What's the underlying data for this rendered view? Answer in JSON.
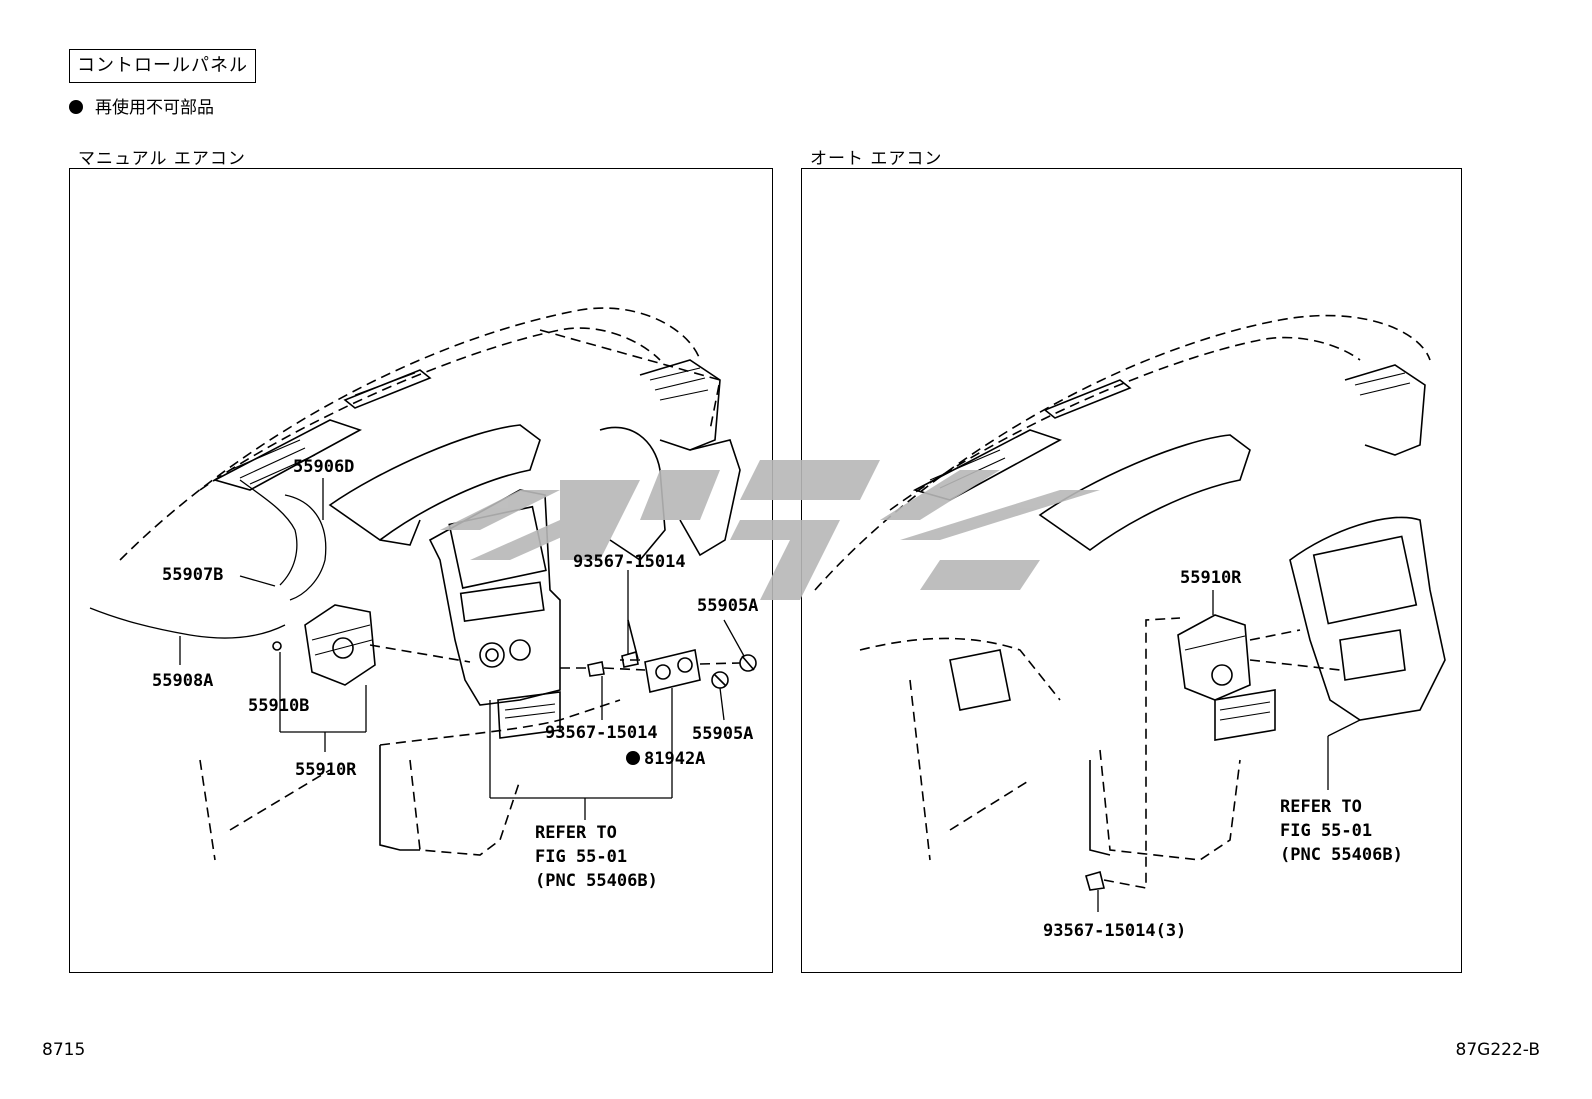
{
  "header": {
    "title": "コントロールパネル",
    "legend_text": "再使用不可部品"
  },
  "sections": {
    "manual": {
      "label": "マニュアル エアコン"
    },
    "auto": {
      "label": "オート エアコン"
    }
  },
  "parts_manual": {
    "p55906D": "55906D",
    "p55907B": "55907B",
    "p55908A": "55908A",
    "p55910B": "55910B",
    "p55910R": "55910R",
    "p93567_top": "93567-15014",
    "p93567_bottom": "93567-15014",
    "p55905A_top": "55905A",
    "p55905A_bottom": "55905A",
    "p81942A": "81942A",
    "refer_line1": "REFER TO",
    "refer_line2": "FIG 55-01",
    "refer_line3": "(PNC 55406B)"
  },
  "parts_auto": {
    "p55910R": "55910R",
    "p93567": "93567-15014(3)",
    "refer_line1": "REFER TO",
    "refer_line2": "FIG 55-01",
    "refer_line3": "(PNC 55406B)"
  },
  "footer": {
    "left_code": "8715",
    "right_code": "87G222-B"
  },
  "colors": {
    "line": "#000000",
    "watermark": "#b8b8b8",
    "background": "#ffffff"
  }
}
